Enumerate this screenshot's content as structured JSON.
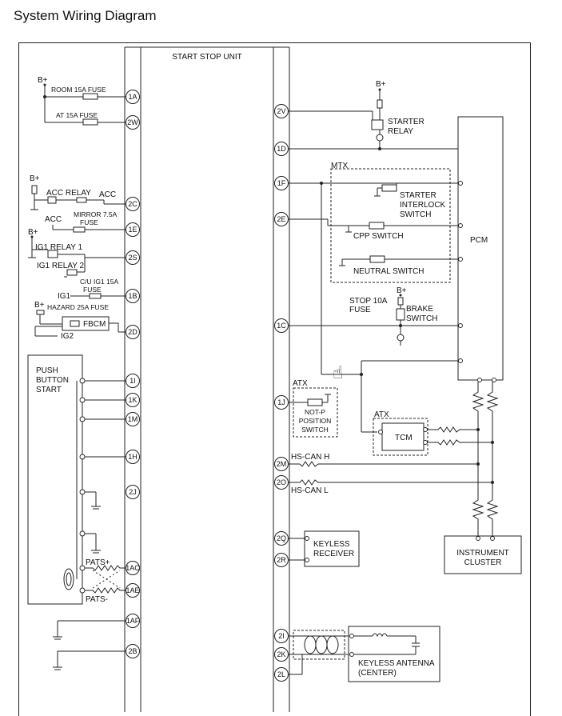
{
  "page": {
    "title": "System Wiring Diagram"
  },
  "unit": {
    "label": "START STOP UNIT"
  },
  "supplies": {
    "b_plus": "B+",
    "acc": "ACC",
    "ig1": "IG1",
    "ig2": "IG2"
  },
  "fuses": {
    "room": "ROOM 15A FUSE",
    "at": "AT 15A FUSE",
    "mirror_1": "MIRROR 7.5A",
    "mirror_2": "FUSE",
    "cu_ig1_1": "C/U IG1 15A",
    "cu_ig1_2": "FUSE",
    "hazard": "HAZARD 25A FUSE",
    "stop_1": "STOP 10A",
    "stop_2": "FUSE"
  },
  "relays": {
    "acc": "ACC RELAY",
    "ig1_1": "IG1 RELAY 1",
    "ig1_2": "IG1 RELAY 2"
  },
  "components": {
    "fbcm": "FBCM",
    "push_button": [
      "PUSH",
      "BUTTON",
      "START"
    ],
    "pats_plus": "PATS+",
    "pats_minus": "PATS-",
    "starter_relay": [
      "STARTER",
      "RELAY"
    ],
    "mtx": "MTX",
    "starter_interlock": [
      "STARTER",
      "INTERLOCK",
      "SWITCH"
    ],
    "cpp_switch": "CPP SWITCH",
    "neutral_switch": "NEUTRAL SWITCH",
    "pcm": "PCM",
    "brake_switch": [
      "BRAKE",
      "SWITCH"
    ],
    "atx": "ATX",
    "not_p": [
      "NOT-P",
      "POSITION",
      "SWITCH"
    ],
    "tcm": "TCM",
    "hs_can_h": "HS-CAN H",
    "hs_can_l": "HS-CAN L",
    "instrument_cluster": [
      "INSTRUMENT",
      "CLUSTER"
    ],
    "keyless_receiver": [
      "KEYLESS",
      "RECEIVER"
    ],
    "keyless_antenna": [
      "KEYLESS ANTENNA",
      "(CENTER)"
    ]
  },
  "pins_left": [
    "1A",
    "2W",
    "2C",
    "1E",
    "2S",
    "1B",
    "2D",
    "1I",
    "1K",
    "1M",
    "1H",
    "2J",
    "1AC",
    "1AE",
    "1AF",
    "2B"
  ],
  "pins_right": [
    "2V",
    "1D",
    "1F",
    "2E",
    "1C",
    "1J",
    "2M",
    "2O",
    "2Q",
    "2R",
    "2I",
    "2K",
    "2L"
  ]
}
